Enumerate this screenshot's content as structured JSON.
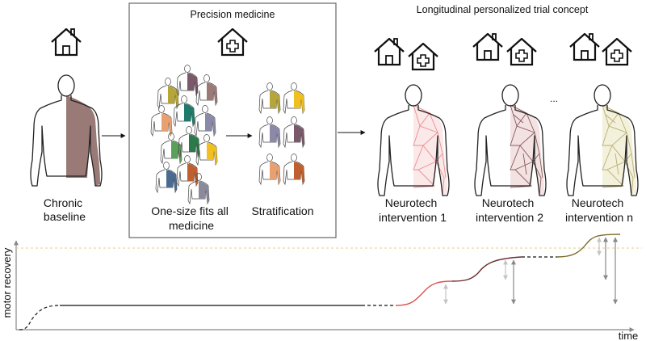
{
  "titles": {
    "precision": "Precision medicine",
    "trial": "Longitudinal personalized trial concept"
  },
  "labels": {
    "chronic_line1": "Chronic",
    "chronic_line2": "baseline",
    "onesize_line1": "One-size fits all",
    "onesize_line2": "medicine",
    "stratification": "Stratification",
    "ellipsis": "...",
    "n1_line1": "Neurotech",
    "n1_line2": "intervention 1",
    "n2_line1": "Neurotech",
    "n2_line2": "intervention 2",
    "nn_line1": "Neurotech",
    "nn_line2": "intervention n"
  },
  "axes": {
    "y_label": "motor recovery",
    "x_label": "time"
  },
  "colors": {
    "baseline_fill": "#9a7a76",
    "intervention1_mesh": "#e88f94",
    "intervention2_mesh": "#8a5a5c",
    "interventionn_mesh": "#b8b070",
    "curve_red": "#d9534f",
    "curve_dark": "#6b2a2a",
    "curve_olive": "#7a6a2a",
    "target_line": "#e3cf8a",
    "figure_palette": [
      "#b5a53a",
      "#9a7a76",
      "#7a5a6a",
      "#e8a070",
      "#1f7a6a",
      "#8a8aa8",
      "#5aa05a",
      "#2a7a4a",
      "#f0c020",
      "#4a6a90",
      "#c06030",
      "#8a8a9a"
    ]
  },
  "icons": [
    "house-icon",
    "hospital-icon"
  ]
}
